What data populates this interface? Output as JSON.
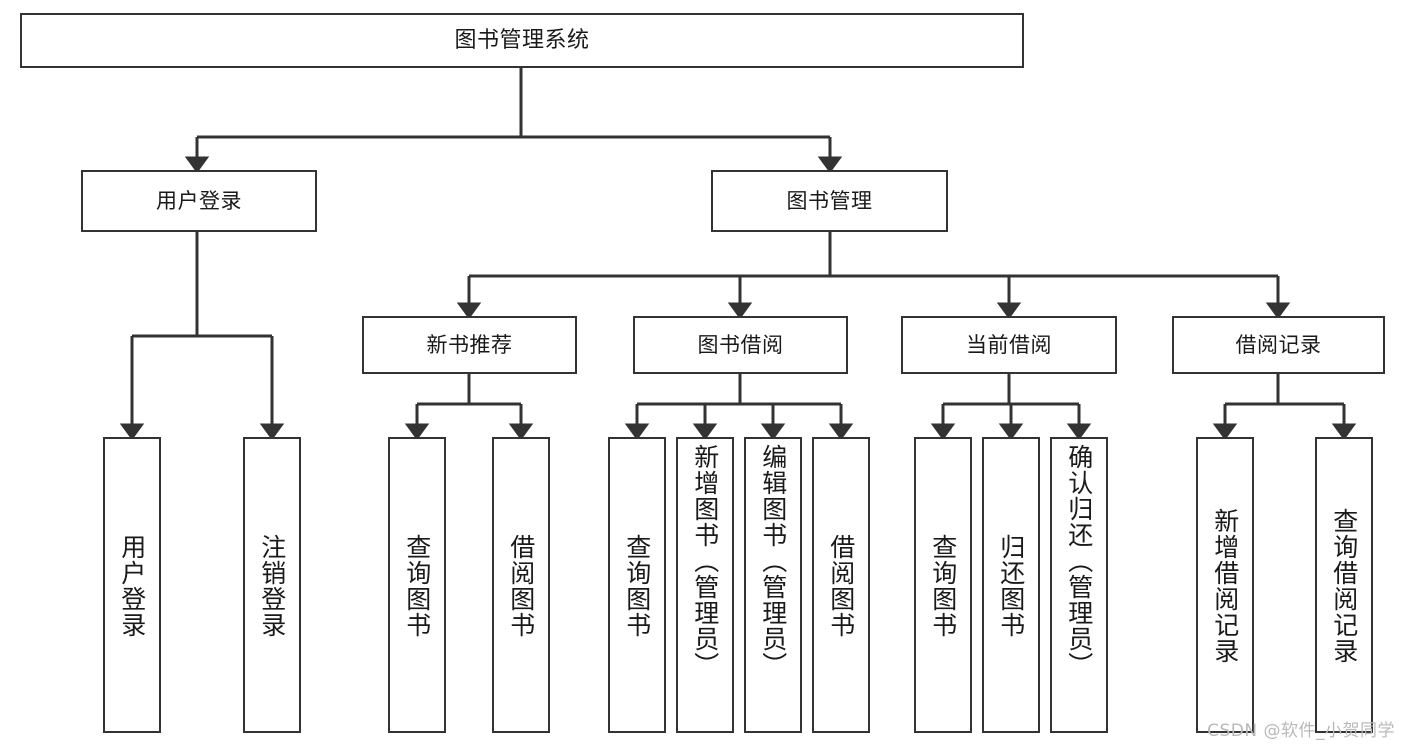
{
  "diagram": {
    "title": "图书管理系统",
    "type": "tree",
    "root": {
      "label": "图书管理系统"
    },
    "level2": [
      {
        "label": "用户登录"
      },
      {
        "label": "图书管理"
      }
    ],
    "level3": [
      {
        "label": "新书推荐"
      },
      {
        "label": "图书借阅"
      },
      {
        "label": "当前借阅"
      },
      {
        "label": "借阅记录"
      }
    ],
    "leaves": {
      "user_login": [
        {
          "label": "用户登录"
        },
        {
          "label": "注销登录"
        }
      ],
      "new_book": [
        {
          "label": "查询图书"
        },
        {
          "label": "借阅图书"
        }
      ],
      "book_borrow": [
        {
          "label": "查询图书"
        },
        {
          "label": "新增图书（管理员）"
        },
        {
          "label": "编辑图书（管理员）"
        },
        {
          "label": "借阅图书"
        }
      ],
      "current_borrow": [
        {
          "label": "查询图书"
        },
        {
          "label": "归还图书"
        },
        {
          "label": "确认归还（管理员）"
        }
      ],
      "borrow_record": [
        {
          "label": "新增借阅记录"
        },
        {
          "label": "查询借阅记录"
        }
      ]
    }
  },
  "watermark": {
    "text": "CSDN @软件_小贺同学"
  },
  "colors": {
    "stroke": "#333333",
    "fill": "#ffffff",
    "text": "#1a1a1a",
    "watermark": "#b9b9b9"
  }
}
